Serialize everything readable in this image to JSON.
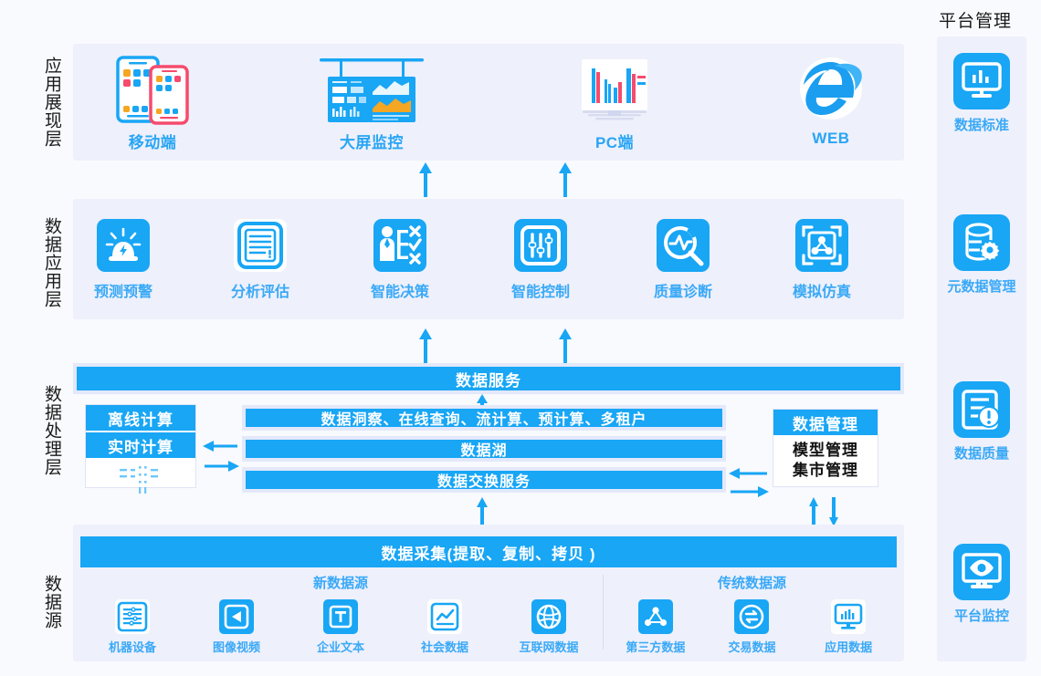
{
  "layers": {
    "labels": [
      {
        "id": "app-presentation",
        "text": "应用展现层"
      },
      {
        "id": "data-application",
        "text": "数据应用层"
      },
      {
        "id": "data-processing",
        "text": "数据处理层"
      },
      {
        "id": "data-source",
        "text": "数据源"
      }
    ]
  },
  "app_presentation": {
    "items": [
      {
        "label": "移动端",
        "icon": "mobile-devices-icon"
      },
      {
        "label": "大屏监控",
        "icon": "big-screen-dashboard-icon"
      },
      {
        "label": "PC端",
        "icon": "pc-monitor-chart-icon"
      },
      {
        "label": "WEB",
        "icon": "internet-explorer-icon"
      }
    ]
  },
  "data_application": {
    "items": [
      {
        "label": "预测预警",
        "icon": "alarm-light-icon"
      },
      {
        "label": "分析评估",
        "icon": "document-report-icon"
      },
      {
        "label": "智能决策",
        "icon": "person-decision-checklist-icon"
      },
      {
        "label": "智能控制",
        "icon": "sliders-control-icon"
      },
      {
        "label": "质量诊断",
        "icon": "magnifier-pulse-icon"
      },
      {
        "label": "模拟仿真",
        "icon": "simulation-nodes-icon"
      }
    ]
  },
  "data_processing": {
    "data_service": "数据服务",
    "compute": {
      "offline": "离线计算",
      "realtime": "实时计算"
    },
    "bars": [
      "数据洞察、在线查询、流计算、预计算、多租户",
      "数据湖",
      "数据交换服务"
    ],
    "data_management": {
      "title": "数据管理",
      "items": [
        "模型管理",
        "集市管理"
      ]
    }
  },
  "data_source": {
    "collection_bar": "数据采集(提取、复制、拷贝 )",
    "groups": [
      {
        "title": "新数据源",
        "items": [
          {
            "label": "机器设备",
            "icon": "machine-equipment-icon"
          },
          {
            "label": "图像视频",
            "icon": "video-play-icon"
          },
          {
            "label": "企业文本",
            "icon": "text-document-icon"
          },
          {
            "label": "社会数据",
            "icon": "trend-chart-icon"
          },
          {
            "label": "互联网数据",
            "icon": "globe-network-icon"
          }
        ]
      },
      {
        "title": "传统数据源",
        "items": [
          {
            "label": "第三方数据",
            "icon": "share-nodes-icon"
          },
          {
            "label": "交易数据",
            "icon": "exchange-arrows-icon"
          },
          {
            "label": "应用数据",
            "icon": "monitor-bars-icon"
          }
        ]
      }
    ]
  },
  "platform_management": {
    "title": "平台管理",
    "items": [
      {
        "label": "数据标准",
        "icon": "monitor-bar-chart-icon"
      },
      {
        "label": "元数据管理",
        "icon": "database-gear-icon"
      },
      {
        "label": "数据质量",
        "icon": "document-alert-icon"
      },
      {
        "label": "平台监控",
        "icon": "monitor-eye-icon"
      }
    ]
  },
  "colors": {
    "accent_blue": "#18a6f5",
    "panel_bg": "#eef0fb",
    "page_bg": "#f9fafe",
    "caption_blue": "#3aa9f7",
    "red": "#f54b6e",
    "orange": "#f5a623"
  }
}
